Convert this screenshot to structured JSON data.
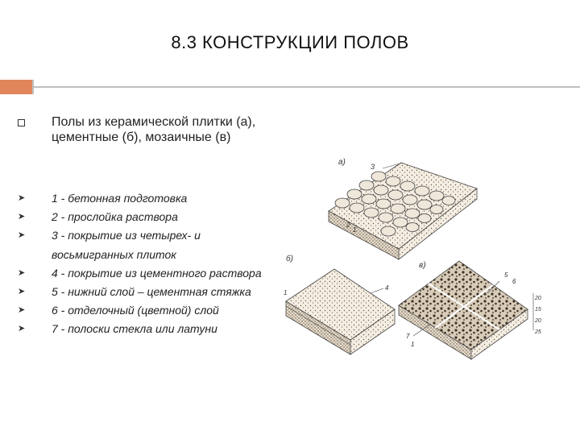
{
  "title": "8.3 КОНСТРУКЦИИ ПОЛОВ",
  "heading": "Полы из керамической плитки (а), цементные (б), мозаичные (в)",
  "items": [
    "1 - бетонная подготовка",
    "2 - прослойка раствора",
    "3 - покрытие из четырех- и восьмигранных плиток",
    "4 - покрытие из цементного раствора",
    "5 - нижний слой – цементная стяжка",
    "6 - отделочный (цветной) слой",
    "7 - полоски стекла или латуни"
  ],
  "figure": {
    "label_a": "а)",
    "label_b": "б)",
    "label_c": "в)",
    "callouts": [
      "3",
      "2",
      "1",
      "1",
      "4",
      "5",
      "6",
      "7",
      "1"
    ],
    "dim_values": [
      "20",
      "15",
      "20",
      "25"
    ]
  },
  "colors": {
    "accent": "#e0865a",
    "rule": "#bfbfbf"
  }
}
